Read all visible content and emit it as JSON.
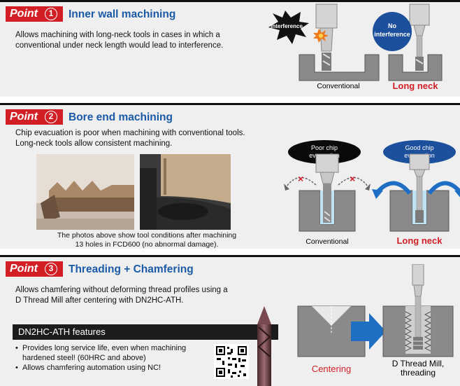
{
  "sections": [
    {
      "badge": "Point",
      "number": "1",
      "title": "Inner wall machining",
      "description": [
        "Allows machining with long-neck tools in cases in which a",
        "conventional under neck length would lead to interference."
      ],
      "figure": {
        "burst_label": "Interference",
        "circle_label": [
          "No",
          "interference"
        ],
        "left_caption": "Conventional",
        "right_caption": "Long neck"
      }
    },
    {
      "badge": "Point",
      "number": "2",
      "title": "Bore end machining",
      "description": [
        "Chip evacuation is poor when machining with conventional tools.",
        "Long-neck tools allow consistent machining."
      ],
      "photo_caption": [
        "The photos above show tool conditions after machining",
        "13 holes in FCD600 (no abnormal damage)."
      ],
      "figure": {
        "left_bubble": [
          "Poor chip",
          "evacuation"
        ],
        "right_bubble": [
          "Good chip",
          "evacuation"
        ],
        "left_caption": "Conventional",
        "right_caption": "Long neck"
      }
    },
    {
      "badge": "Point",
      "number": "3",
      "title": "Threading + Chamfering",
      "description": [
        "Allows chamfering without deforming thread profiles using a",
        "D Thread Mill after centering with DN2HC-ATH."
      ],
      "features_heading": "DN2HC-ATH features",
      "features": [
        "Provides long service life, even when machining hardened steel! (60HRC and above)",
        "Allows chamfering automation using NC!"
      ],
      "figure": {
        "left_caption": "Centering",
        "right_caption": [
          "D Thread Mill,",
          "threading"
        ]
      }
    }
  ],
  "colors": {
    "accent_red": "#d21f26",
    "title_blue": "#1a5aa6",
    "arrow_blue": "#1e6fc4"
  }
}
